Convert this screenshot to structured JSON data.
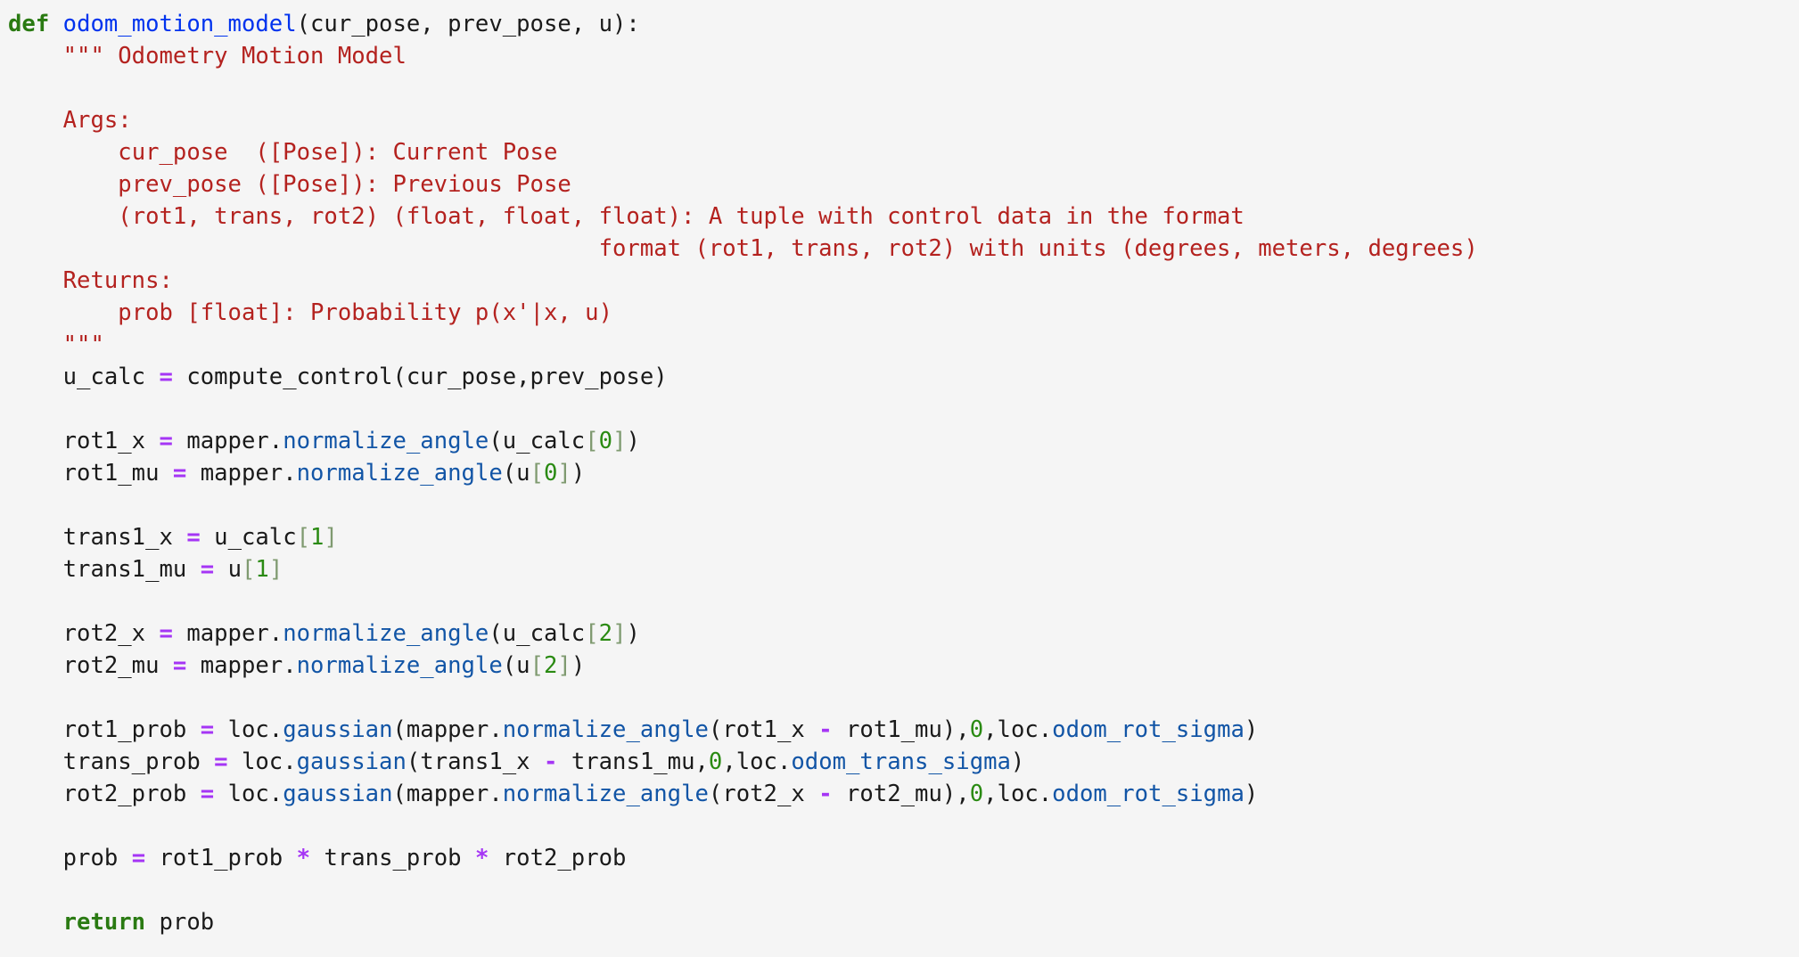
{
  "colors": {
    "background": "#f5f5f5",
    "keyword": "#2a7a12",
    "function_name": "#0033ee",
    "string": "#b4221f",
    "operator": "#a535f5",
    "method": "#1255a6",
    "number": "#2a8a12"
  },
  "code_lines": [
    [
      [
        "k",
        "def"
      ],
      [
        "t",
        " "
      ],
      [
        "f",
        "odom_motion_model"
      ],
      [
        "t",
        "(cur_pose, prev_pose, u):"
      ]
    ],
    [
      [
        "t",
        "    "
      ],
      [
        "s",
        "\"\"\" Odometry Motion Model"
      ]
    ],
    [],
    [
      [
        "t",
        "    "
      ],
      [
        "s",
        "Args:"
      ]
    ],
    [
      [
        "t",
        "        "
      ],
      [
        "s",
        "cur_pose  ([Pose]): Current Pose"
      ]
    ],
    [
      [
        "t",
        "        "
      ],
      [
        "s",
        "prev_pose ([Pose]): Previous Pose"
      ]
    ],
    [
      [
        "t",
        "        "
      ],
      [
        "s",
        "(rot1, trans, rot2) (float, float, float): A tuple with control data in the format"
      ]
    ],
    [
      [
        "t",
        "                                           "
      ],
      [
        "s",
        "format (rot1, trans, rot2) with units (degrees, meters, degrees)"
      ]
    ],
    [
      [
        "t",
        "    "
      ],
      [
        "s",
        "Returns:"
      ]
    ],
    [
      [
        "t",
        "        "
      ],
      [
        "s",
        "prob [float]: Probability p(x'|x, u)"
      ]
    ],
    [
      [
        "t",
        "    "
      ],
      [
        "s",
        "\"\"\""
      ]
    ],
    [
      [
        "t",
        "    u_calc "
      ],
      [
        "o",
        "="
      ],
      [
        "t",
        " compute_control(cur_pose,prev_pose)"
      ]
    ],
    [],
    [
      [
        "t",
        "    rot1_x "
      ],
      [
        "o",
        "="
      ],
      [
        "t",
        " mapper."
      ],
      [
        "m",
        "normalize_angle"
      ],
      [
        "t",
        "(u_calc"
      ],
      [
        "b",
        "["
      ],
      [
        "n",
        "0"
      ],
      [
        "b",
        "]"
      ],
      [
        "t",
        ")"
      ]
    ],
    [
      [
        "t",
        "    rot1_mu "
      ],
      [
        "o",
        "="
      ],
      [
        "t",
        " mapper."
      ],
      [
        "m",
        "normalize_angle"
      ],
      [
        "t",
        "(u"
      ],
      [
        "b",
        "["
      ],
      [
        "n",
        "0"
      ],
      [
        "b",
        "]"
      ],
      [
        "t",
        ")"
      ]
    ],
    [],
    [
      [
        "t",
        "    trans1_x "
      ],
      [
        "o",
        "="
      ],
      [
        "t",
        " u_calc"
      ],
      [
        "b",
        "["
      ],
      [
        "n",
        "1"
      ],
      [
        "b",
        "]"
      ]
    ],
    [
      [
        "t",
        "    trans1_mu "
      ],
      [
        "o",
        "="
      ],
      [
        "t",
        " u"
      ],
      [
        "b",
        "["
      ],
      [
        "n",
        "1"
      ],
      [
        "b",
        "]"
      ]
    ],
    [],
    [
      [
        "t",
        "    rot2_x "
      ],
      [
        "o",
        "="
      ],
      [
        "t",
        " mapper."
      ],
      [
        "m",
        "normalize_angle"
      ],
      [
        "t",
        "(u_calc"
      ],
      [
        "b",
        "["
      ],
      [
        "n",
        "2"
      ],
      [
        "b",
        "]"
      ],
      [
        "t",
        ")"
      ]
    ],
    [
      [
        "t",
        "    rot2_mu "
      ],
      [
        "o",
        "="
      ],
      [
        "t",
        " mapper."
      ],
      [
        "m",
        "normalize_angle"
      ],
      [
        "t",
        "(u"
      ],
      [
        "b",
        "["
      ],
      [
        "n",
        "2"
      ],
      [
        "b",
        "]"
      ],
      [
        "t",
        ")"
      ]
    ],
    [],
    [
      [
        "t",
        "    rot1_prob "
      ],
      [
        "o",
        "="
      ],
      [
        "t",
        " loc."
      ],
      [
        "m",
        "gaussian"
      ],
      [
        "t",
        "(mapper."
      ],
      [
        "m",
        "normalize_angle"
      ],
      [
        "t",
        "(rot1_x "
      ],
      [
        "o",
        "-"
      ],
      [
        "t",
        " rot1_mu),"
      ],
      [
        "n",
        "0"
      ],
      [
        "t",
        ",loc."
      ],
      [
        "m",
        "odom_rot_sigma"
      ],
      [
        "t",
        ")"
      ]
    ],
    [
      [
        "t",
        "    trans_prob "
      ],
      [
        "o",
        "="
      ],
      [
        "t",
        " loc."
      ],
      [
        "m",
        "gaussian"
      ],
      [
        "t",
        "(trans1_x "
      ],
      [
        "o",
        "-"
      ],
      [
        "t",
        " trans1_mu,"
      ],
      [
        "n",
        "0"
      ],
      [
        "t",
        ",loc."
      ],
      [
        "m",
        "odom_trans_sigma"
      ],
      [
        "t",
        ")"
      ]
    ],
    [
      [
        "t",
        "    rot2_prob "
      ],
      [
        "o",
        "="
      ],
      [
        "t",
        " loc."
      ],
      [
        "m",
        "gaussian"
      ],
      [
        "t",
        "(mapper."
      ],
      [
        "m",
        "normalize_angle"
      ],
      [
        "t",
        "(rot2_x "
      ],
      [
        "o",
        "-"
      ],
      [
        "t",
        " rot2_mu),"
      ],
      [
        "n",
        "0"
      ],
      [
        "t",
        ",loc."
      ],
      [
        "m",
        "odom_rot_sigma"
      ],
      [
        "t",
        ")"
      ]
    ],
    [],
    [
      [
        "t",
        "    prob "
      ],
      [
        "o",
        "="
      ],
      [
        "t",
        " rot1_prob "
      ],
      [
        "o",
        "*"
      ],
      [
        "t",
        " trans_prob "
      ],
      [
        "o",
        "*"
      ],
      [
        "t",
        " rot2_prob"
      ]
    ],
    [],
    [
      [
        "t",
        "    "
      ],
      [
        "k",
        "return"
      ],
      [
        "t",
        " prob"
      ]
    ]
  ]
}
